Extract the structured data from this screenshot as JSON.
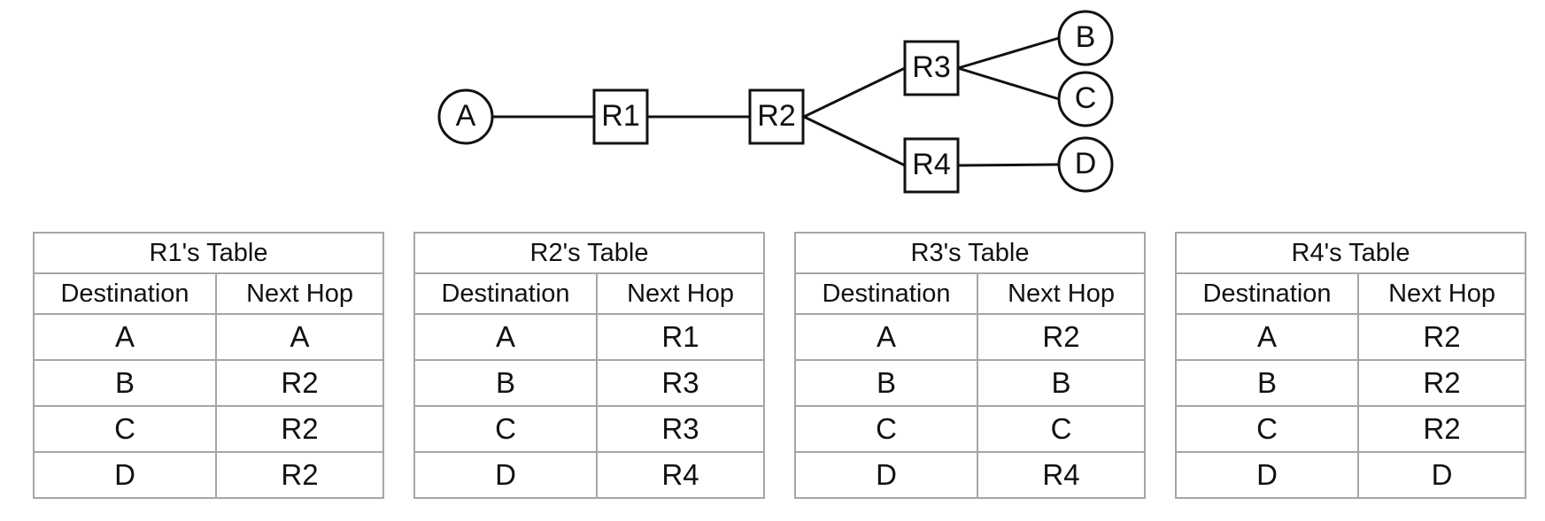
{
  "diagram": {
    "nodes": [
      {
        "id": "A",
        "label": "A",
        "kind": "host"
      },
      {
        "id": "R1",
        "label": "R1",
        "kind": "router"
      },
      {
        "id": "R2",
        "label": "R2",
        "kind": "router"
      },
      {
        "id": "R3",
        "label": "R3",
        "kind": "router"
      },
      {
        "id": "R4",
        "label": "R4",
        "kind": "router"
      },
      {
        "id": "B",
        "label": "B",
        "kind": "host"
      },
      {
        "id": "C",
        "label": "C",
        "kind": "host"
      },
      {
        "id": "D",
        "label": "D",
        "kind": "host"
      }
    ],
    "links": [
      [
        "A",
        "R1"
      ],
      [
        "R1",
        "R2"
      ],
      [
        "R2",
        "R3"
      ],
      [
        "R2",
        "R4"
      ],
      [
        "R3",
        "B"
      ],
      [
        "R3",
        "C"
      ],
      [
        "R4",
        "D"
      ]
    ]
  },
  "tables": [
    {
      "title": "R1's Table",
      "col_destination": "Destination",
      "col_next_hop": "Next Hop",
      "rows": [
        {
          "dest": "A",
          "hop": "A"
        },
        {
          "dest": "B",
          "hop": "R2"
        },
        {
          "dest": "C",
          "hop": "R2"
        },
        {
          "dest": "D",
          "hop": "R2"
        }
      ]
    },
    {
      "title": "R2's Table",
      "col_destination": "Destination",
      "col_next_hop": "Next Hop",
      "rows": [
        {
          "dest": "A",
          "hop": "R1"
        },
        {
          "dest": "B",
          "hop": "R3"
        },
        {
          "dest": "C",
          "hop": "R3"
        },
        {
          "dest": "D",
          "hop": "R4"
        }
      ]
    },
    {
      "title": "R3's Table",
      "col_destination": "Destination",
      "col_next_hop": "Next Hop",
      "rows": [
        {
          "dest": "A",
          "hop": "R2"
        },
        {
          "dest": "B",
          "hop": "B"
        },
        {
          "dest": "C",
          "hop": "C"
        },
        {
          "dest": "D",
          "hop": "R4"
        }
      ]
    },
    {
      "title": "R4's Table",
      "col_destination": "Destination",
      "col_next_hop": "Next Hop",
      "rows": [
        {
          "dest": "A",
          "hop": "R2"
        },
        {
          "dest": "B",
          "hop": "R2"
        },
        {
          "dest": "C",
          "hop": "R2"
        },
        {
          "dest": "D",
          "hop": "D"
        }
      ]
    }
  ]
}
